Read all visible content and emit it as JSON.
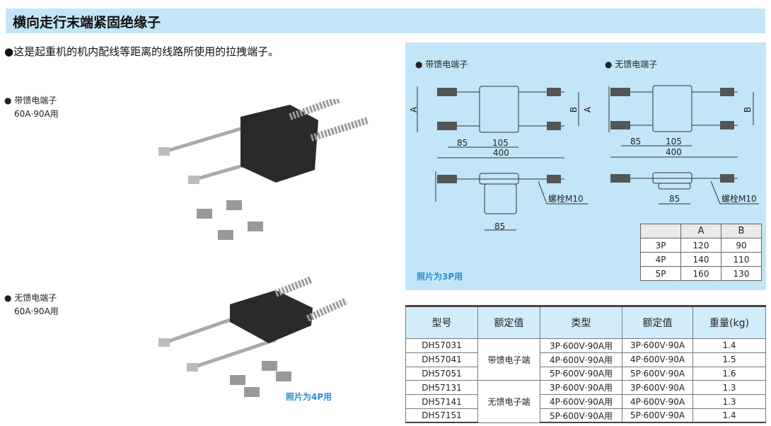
{
  "title": "横向走行末端紧固绝缘子",
  "subtitle": "●这是起重机的机内配线等距离的线路所使用的拉拽端子。",
  "products": [
    {
      "name": "带馈电端子",
      "rating": "60A·90A用"
    },
    {
      "name": "无馈电端子",
      "rating": "60A·90A用"
    }
  ],
  "photo_note_4p": "照片为4P用",
  "diagram": {
    "left_title": "带馈电端子",
    "right_title": "无馈电端子",
    "labels": {
      "a": "A",
      "b": "B",
      "d85": "85",
      "d105": "105",
      "d400": "400",
      "bolt": "螺栓M10"
    },
    "photo_note_3p": "照片为3P用",
    "dim_table": {
      "headers": [
        "",
        "A",
        "B"
      ],
      "rows": [
        [
          "3P",
          "120",
          "90"
        ],
        [
          "4P",
          "140",
          "110"
        ],
        [
          "5P",
          "160",
          "130"
        ]
      ]
    }
  },
  "spec_table": {
    "headers": [
      "型号",
      "额定值",
      "类型",
      "额定值",
      "重量(kg)"
    ],
    "groups": [
      "带馈电子端",
      "无馈电子端"
    ],
    "rows": [
      [
        "DH57031",
        "3P·600V·90A用",
        "3P·600V·90A",
        "1.4"
      ],
      [
        "DH57041",
        "4P·600V·90A用",
        "4P·600V·90A",
        "1.5"
      ],
      [
        "DH57051",
        "5P·600V·90A用",
        "5P·600V·90A",
        "1.6"
      ],
      [
        "DH57131",
        "3P·600V·90A用",
        "3P·600V·90A",
        "1.3"
      ],
      [
        "DH57141",
        "4P·600V·90A用",
        "4P·600V·90A",
        "1.3"
      ],
      [
        "DH57151",
        "5P·600V·90A用",
        "5P·600V·90A",
        "1.4"
      ]
    ]
  }
}
